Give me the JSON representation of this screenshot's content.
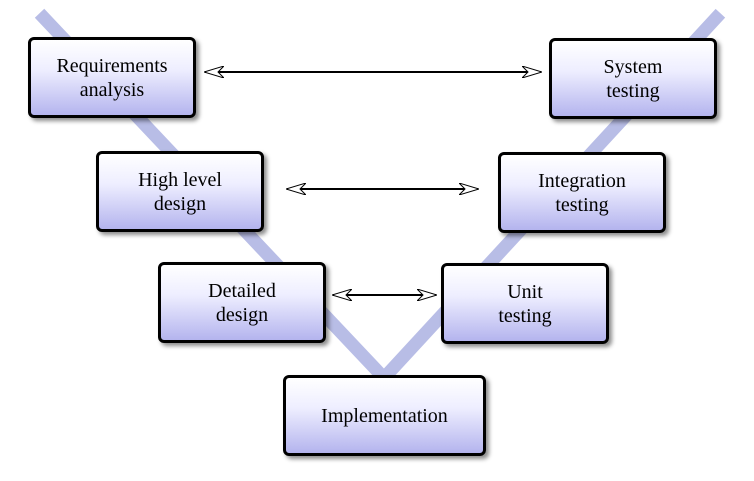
{
  "diagram": {
    "colors": {
      "v_band": "#b8bde6",
      "box_border": "#000000",
      "box_fill_top": "#ffffff",
      "box_fill_bottom": "#b4b4ee",
      "arrow": "#000000"
    },
    "boxes": {
      "requirements": "Requirements\nanalysis",
      "system_testing": "System\ntesting",
      "high_level_design": "High level\ndesign",
      "integration_testing": "Integration\ntesting",
      "detailed_design": "Detailed\ndesign",
      "unit_testing": "Unit\ntesting",
      "implementation": "Implementation"
    }
  }
}
